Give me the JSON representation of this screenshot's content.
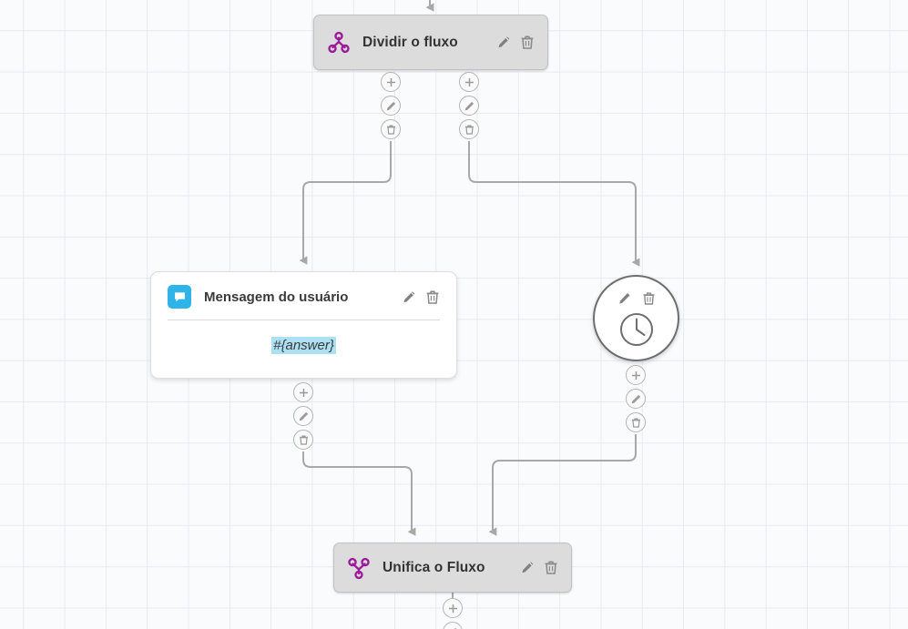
{
  "canvas": {
    "grid_color": "#e6ebf2",
    "background": "#fafbfc",
    "edge_color": "#a8a8a8",
    "accent_purple": "#9c1a9c",
    "accent_blue": "#2fb4e9",
    "token_highlight": "#ade0f2"
  },
  "nodes": {
    "split": {
      "title": "Dividir o fluxo",
      "icon": "split-flow-icon",
      "edit_label": "pencil-icon",
      "delete_label": "trash-icon"
    },
    "message": {
      "title": "Mensagem do usuário",
      "icon": "chat-bubble-icon",
      "content": "#{answer}",
      "edit_label": "pencil-icon",
      "delete_label": "trash-icon"
    },
    "timer": {
      "icon": "clock-icon",
      "edit_label": "pencil-icon",
      "delete_label": "trash-icon"
    },
    "merge": {
      "title": "Unifica o Fluxo",
      "icon": "merge-flow-icon",
      "edit_label": "pencil-icon",
      "delete_label": "trash-icon"
    }
  },
  "connectors": {
    "add_label": "plus-icon",
    "edit_label": "pencil-icon",
    "delete_label": "trash-icon"
  }
}
